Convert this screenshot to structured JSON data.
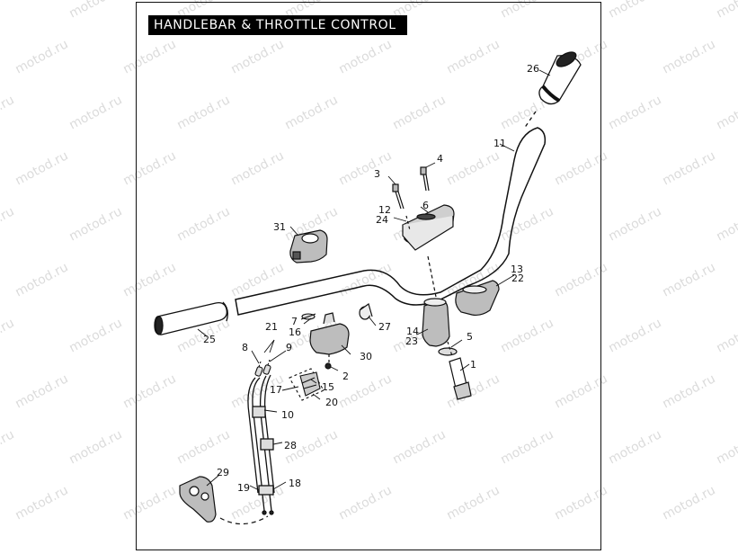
{
  "title": "HANDLEBAR & THROTTLE CONTROL",
  "watermark": "motod.ru",
  "callouts": [
    {
      "id": "c1",
      "label": "1"
    },
    {
      "id": "c2",
      "label": "2"
    },
    {
      "id": "c3",
      "label": "3"
    },
    {
      "id": "c4",
      "label": "4"
    },
    {
      "id": "c5",
      "label": "5"
    },
    {
      "id": "c6",
      "label": "6"
    },
    {
      "id": "c7",
      "label": "7"
    },
    {
      "id": "c8",
      "label": "8"
    },
    {
      "id": "c9",
      "label": "9"
    },
    {
      "id": "c10",
      "label": "10"
    },
    {
      "id": "c11",
      "label": "11"
    },
    {
      "id": "c12",
      "label": "12"
    },
    {
      "id": "c13",
      "label": "13"
    },
    {
      "id": "c14",
      "label": "14"
    },
    {
      "id": "c15",
      "label": "15"
    },
    {
      "id": "c16",
      "label": "16"
    },
    {
      "id": "c17",
      "label": "17"
    },
    {
      "id": "c18",
      "label": "18"
    },
    {
      "id": "c19",
      "label": "19"
    },
    {
      "id": "c20",
      "label": "20"
    },
    {
      "id": "c21",
      "label": "21"
    },
    {
      "id": "c22",
      "label": "22"
    },
    {
      "id": "c23",
      "label": "23"
    },
    {
      "id": "c24",
      "label": "24"
    },
    {
      "id": "c25",
      "label": "25"
    },
    {
      "id": "c26",
      "label": "26"
    },
    {
      "id": "c27",
      "label": "27"
    },
    {
      "id": "c28",
      "label": "28"
    },
    {
      "id": "c29",
      "label": "29"
    },
    {
      "id": "c30",
      "label": "30"
    },
    {
      "id": "c31",
      "label": "31"
    }
  ]
}
